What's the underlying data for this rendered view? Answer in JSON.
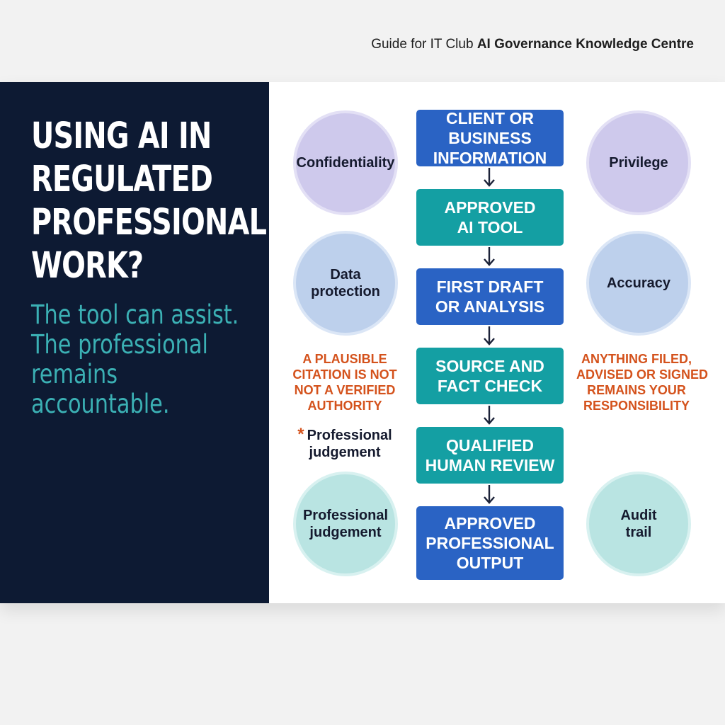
{
  "header": {
    "prefix": "Guide for IT Club",
    "brand": "AI Governance Knowledge Centre"
  },
  "left": {
    "title_lines": [
      "USING AI IN",
      "REGULATED",
      "PROFESSIONAL",
      "WORK?"
    ],
    "subtitle_lines": [
      "The tool can assist.",
      "The professional",
      "remains",
      "accountable."
    ]
  },
  "flow": [
    {
      "lines": [
        "CLIENT OR BUSINESS",
        "INFORMATION"
      ],
      "color": "#2a63c4"
    },
    {
      "lines": [
        "APPROVED",
        "AI TOOL"
      ],
      "color": "#149fa3"
    },
    {
      "lines": [
        "FIRST DRAFT",
        "OR ANALYSIS"
      ],
      "color": "#2a63c4"
    },
    {
      "lines": [
        "SOURCE AND",
        "FACT CHECK"
      ],
      "color": "#149fa3"
    },
    {
      "lines": [
        "QUALIFIED",
        "HUMAN REVIEW"
      ],
      "color": "#149fa3"
    },
    {
      "lines": [
        "APPROVED",
        "PROFESSIONAL",
        "OUTPUT"
      ],
      "color": "#2a63c4"
    }
  ],
  "circles": {
    "confidentiality": {
      "lines": [
        "Confidentiality"
      ],
      "color": "#cec9ec"
    },
    "privilege": {
      "lines": [
        "Privilege"
      ],
      "color": "#cec9ec"
    },
    "data_protection": {
      "lines": [
        "Data",
        "protection"
      ],
      "color": "#bdd0ec"
    },
    "accuracy": {
      "lines": [
        "Accuracy"
      ],
      "color": "#bdd0ec"
    },
    "professional_judgement": {
      "lines": [
        "Professional",
        "judgement"
      ],
      "color": "#b9e4e2"
    },
    "audit_trail": {
      "lines": [
        "Audit",
        "trail"
      ],
      "color": "#b9e4e2"
    }
  },
  "warnings": {
    "left": [
      "A PLAUSIBLE",
      "CITATION IS NOT",
      "NOT A VERIFIED",
      "AUTHORITY"
    ],
    "right": [
      "ANYTHING FILED,",
      "ADVISED OR SIGNED",
      "REMAINS YOUR",
      "RESPONSIBILITY"
    ],
    "color": "#d4521c"
  },
  "note": {
    "marker": "*",
    "lines": [
      "Professional",
      "judgement"
    ]
  }
}
